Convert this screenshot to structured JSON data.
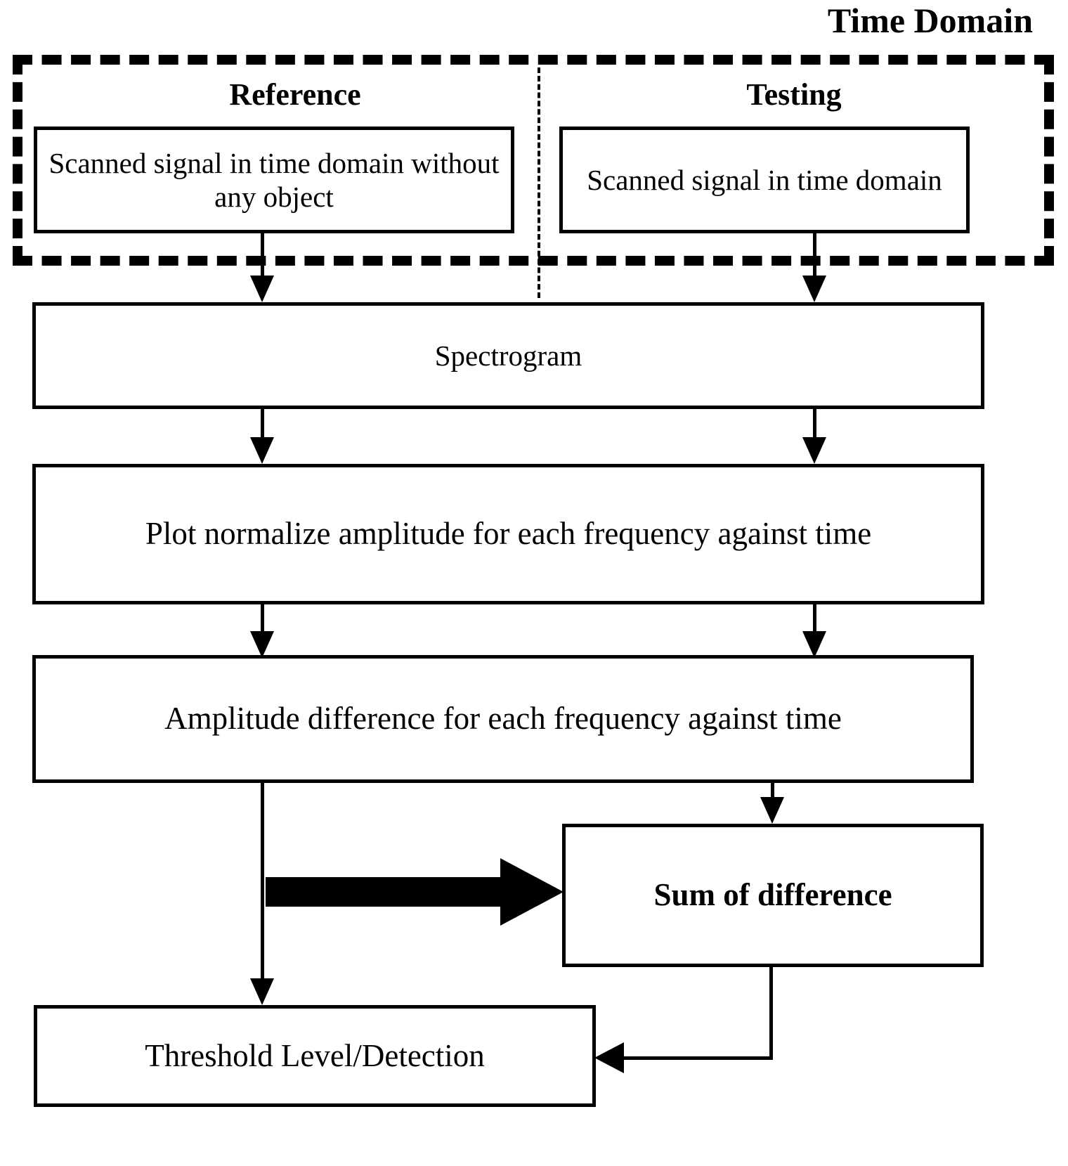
{
  "diagram": {
    "title": "Time Domain",
    "columns": {
      "left_heading": "Reference",
      "right_heading": "Testing"
    },
    "nodes": {
      "reference_input": "Scanned signal in time domain without any object",
      "testing_input": "Scanned signal in time domain",
      "spectrogram": "Spectrogram",
      "plot_normalize": "Plot normalize amplitude for each frequency against time",
      "amplitude_difference": "Amplitude difference for each frequency against time",
      "sum_of_difference": "Sum of difference",
      "threshold": "Threshold Level/Detection"
    },
    "colors": {
      "stroke": "#000000",
      "background": "#ffffff"
    }
  }
}
